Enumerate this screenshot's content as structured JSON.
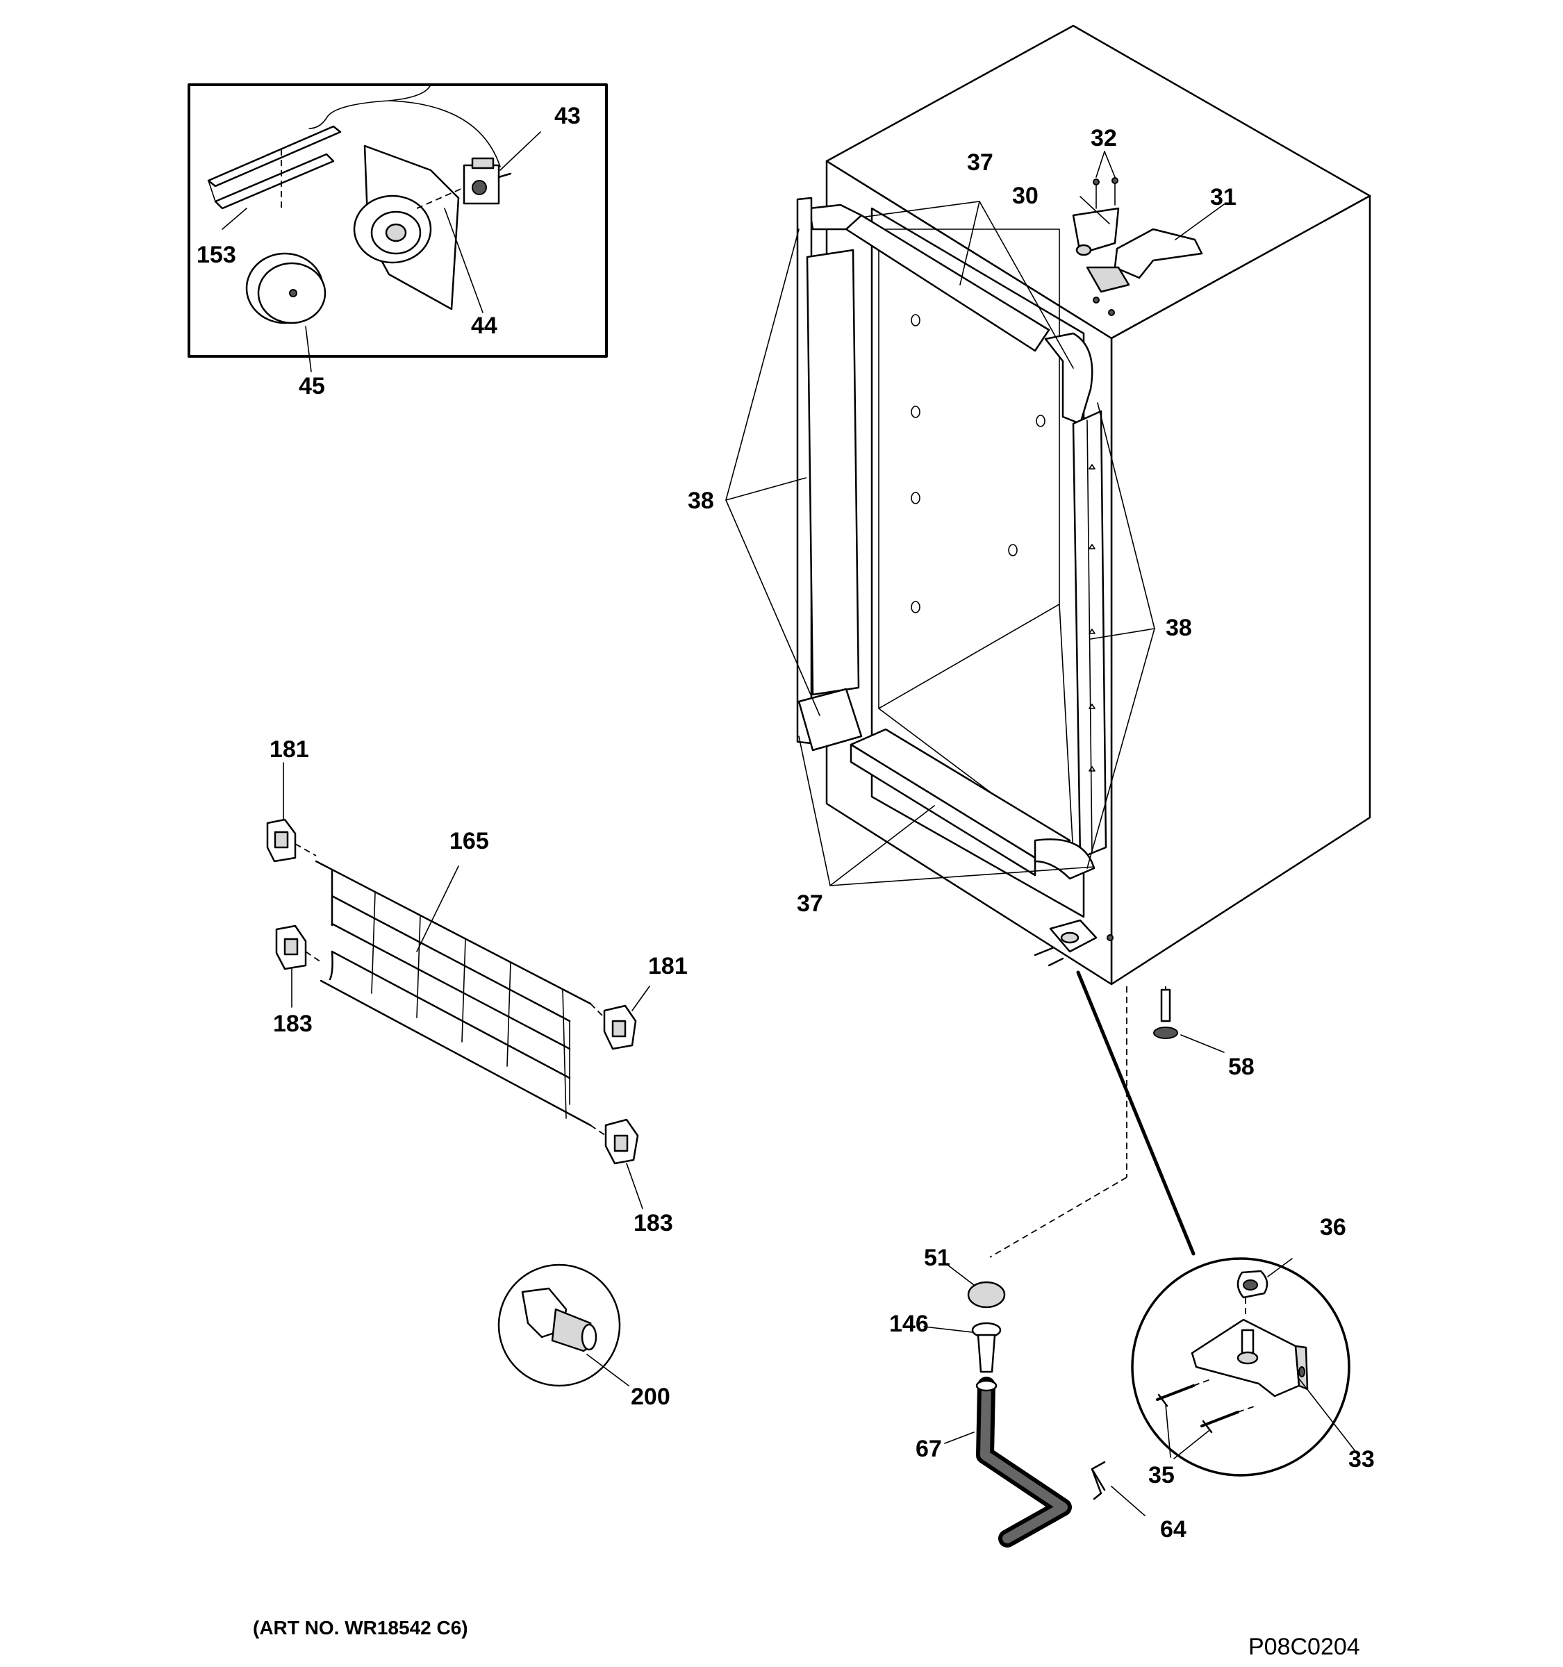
{
  "labels": {
    "l43": "43",
    "l153": "153",
    "l44": "44",
    "l45": "45",
    "l37a": "37",
    "l32": "32",
    "l30": "30",
    "l31": "31",
    "l38a": "38",
    "l38b": "38",
    "l37b": "37",
    "l181a": "181",
    "l165": "165",
    "l183a": "183",
    "l181b": "181",
    "l183b": "183",
    "l58": "58",
    "l51": "51",
    "l146": "146",
    "l36": "36",
    "l200": "200",
    "l67": "67",
    "l35": "35",
    "l33": "33",
    "l64": "64"
  },
  "footer": {
    "art_no": "(ART NO. WR18542 C6)",
    "code": "P08C0204"
  }
}
